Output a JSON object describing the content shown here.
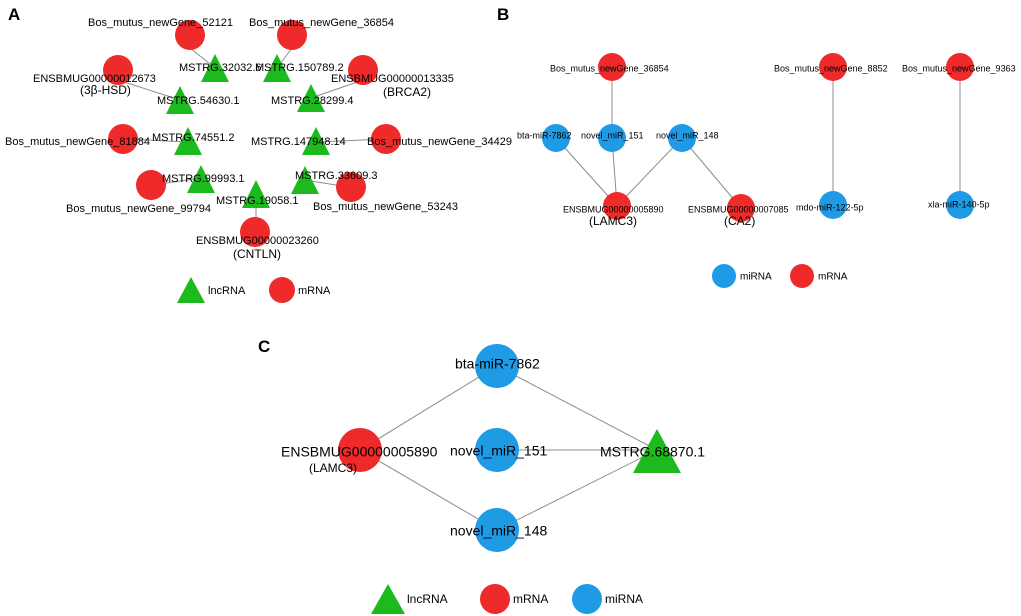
{
  "panels": {
    "a": {
      "letter": "A"
    },
    "b": {
      "letter": "B"
    },
    "c": {
      "letter": "C"
    }
  },
  "legend": {
    "a": {
      "lnc": "lncRNA",
      "mrna": "mRNA"
    },
    "b": {
      "mirna": "miRNA",
      "mrna": "mRNA"
    },
    "c": {
      "lnc": "lncRNA",
      "mrna": "mRNA",
      "mirna": "miRNA"
    }
  },
  "colors": {
    "mrna": "#ee2a2a",
    "mirna": "#1f9ae4",
    "lncrna": "#1dba1d",
    "edge": "#8c8c8c"
  },
  "nodes": {
    "a_nG52121": "Bos_mutus_newGene_52121",
    "a_nG36854": "Bos_mutus_newGene_36854",
    "a_m32032": "MSTRG.32032.6",
    "a_m150789": "MSTRG.150789.2",
    "a_e12673": "ENSBMUG00000012673",
    "a_e12673_sym": "(3β-HSD)",
    "a_e13335": "ENSBMUG00000013335",
    "a_e13335_sym": "(BRCA2)",
    "a_m54630": "MSTRG.54630.1",
    "a_m28299": "MSTRG.28299.4",
    "a_m74551": "MSTRG.74551.2",
    "a_m147948": "MSTRG.147948.14",
    "a_nG81884": "Bos_mutus_newGene_81884",
    "a_nG34429": "Bos_mutus_newGene_34429",
    "a_m99993": "MSTRG.99993.1",
    "a_m33609": "MSTRG.33609.3",
    "a_m19058": "MSTRG.19058.1",
    "a_nG99794": "Bos_mutus_newGene_99794",
    "a_nG53243": "Bos_mutus_newGene_53243",
    "a_e23260": "ENSBMUG00000023260",
    "a_e23260_sym": "(CNTLN)",
    "b_nG36854": "Bos_mutus_newGene_36854",
    "b_nG8852": "Bos_mutus_newGene_8852",
    "b_nG9363": "Bos_mutus_newGene_9363",
    "b_bta7862": "bta-miR-7862",
    "b_nov151": "novel_miR_151",
    "b_nov148": "novel_miR_148",
    "b_e5890": "ENSBMUG00000005890",
    "b_e5890_sym": "(LAMC3)",
    "b_e7085": "ENSBMUG00000007085",
    "b_e7085_sym": "(CA2)",
    "b_mdo122": "mdo-miR-122-5p",
    "b_xla140": "xla-miR-140-5p",
    "c_bta7862": "bta-miR-7862",
    "c_nov151": "novel_miR_151",
    "c_nov148": "novel_miR_148",
    "c_e5890": "ENSBMUG00000005890",
    "c_e5890_sym": "(LAMC3)",
    "c_m68870": "MSTRG.68870.1"
  }
}
